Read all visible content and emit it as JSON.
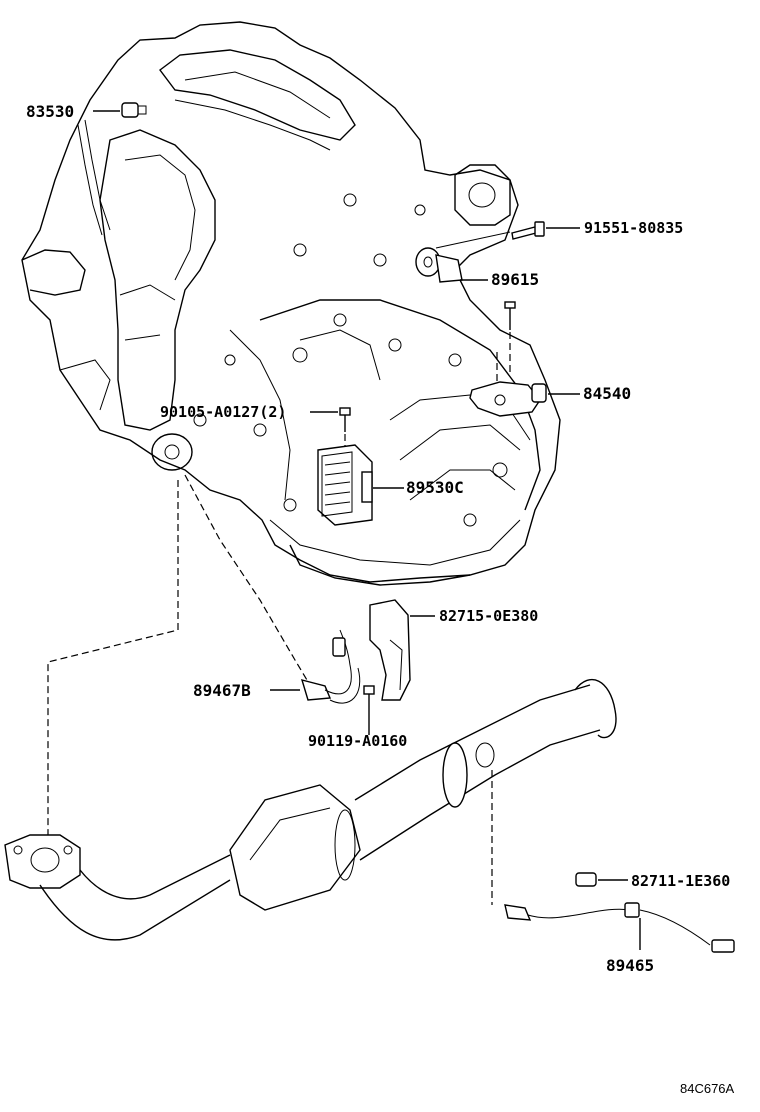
{
  "diagram_code": "84C676A",
  "parts": {
    "p83530": "83530",
    "p91551": "91551-80835",
    "p89615": "89615",
    "p84540": "84540",
    "p90105": "90105-A0127(2)",
    "p89530c": "89530C",
    "p82715": "82715-0E380",
    "p89467b": "89467B",
    "p90119": "90119-A0160",
    "p82711": "82711-1E360",
    "p89465": "89465"
  }
}
